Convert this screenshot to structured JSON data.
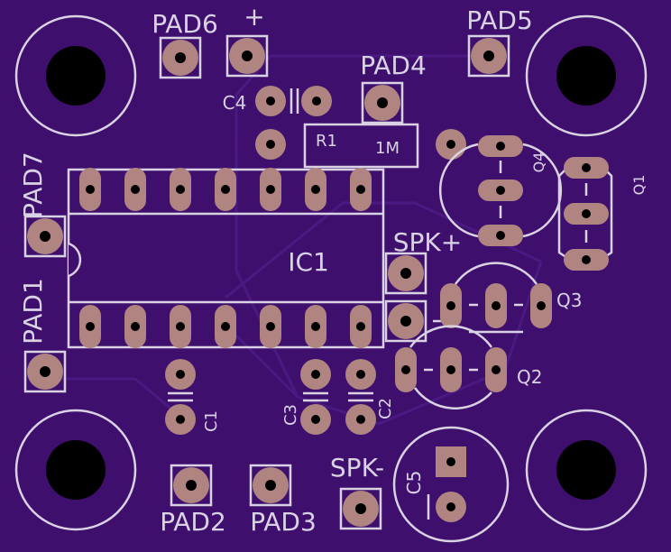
{
  "board": {
    "background_color": "#3f0f6e",
    "silkscreen_color": "#d9d2e3",
    "pad_color": "#b08480"
  },
  "labels": {
    "pad6": "PAD6",
    "plus": "+",
    "pad5": "PAD5",
    "pad4": "PAD4",
    "c4": "C4",
    "r1": "R1",
    "r1_value": "1M",
    "q4": "Q4",
    "q1": "Q1",
    "pad7": "PAD7",
    "pad1": "PAD1",
    "ic1": "IC1",
    "spk_plus": "SPK+",
    "q3": "Q3",
    "q2": "Q2",
    "c1": "C1",
    "c3": "C3",
    "c2": "C2",
    "spk_minus": "SPK-",
    "c5": "C5",
    "pad2": "PAD2",
    "pad3": "PAD3"
  }
}
